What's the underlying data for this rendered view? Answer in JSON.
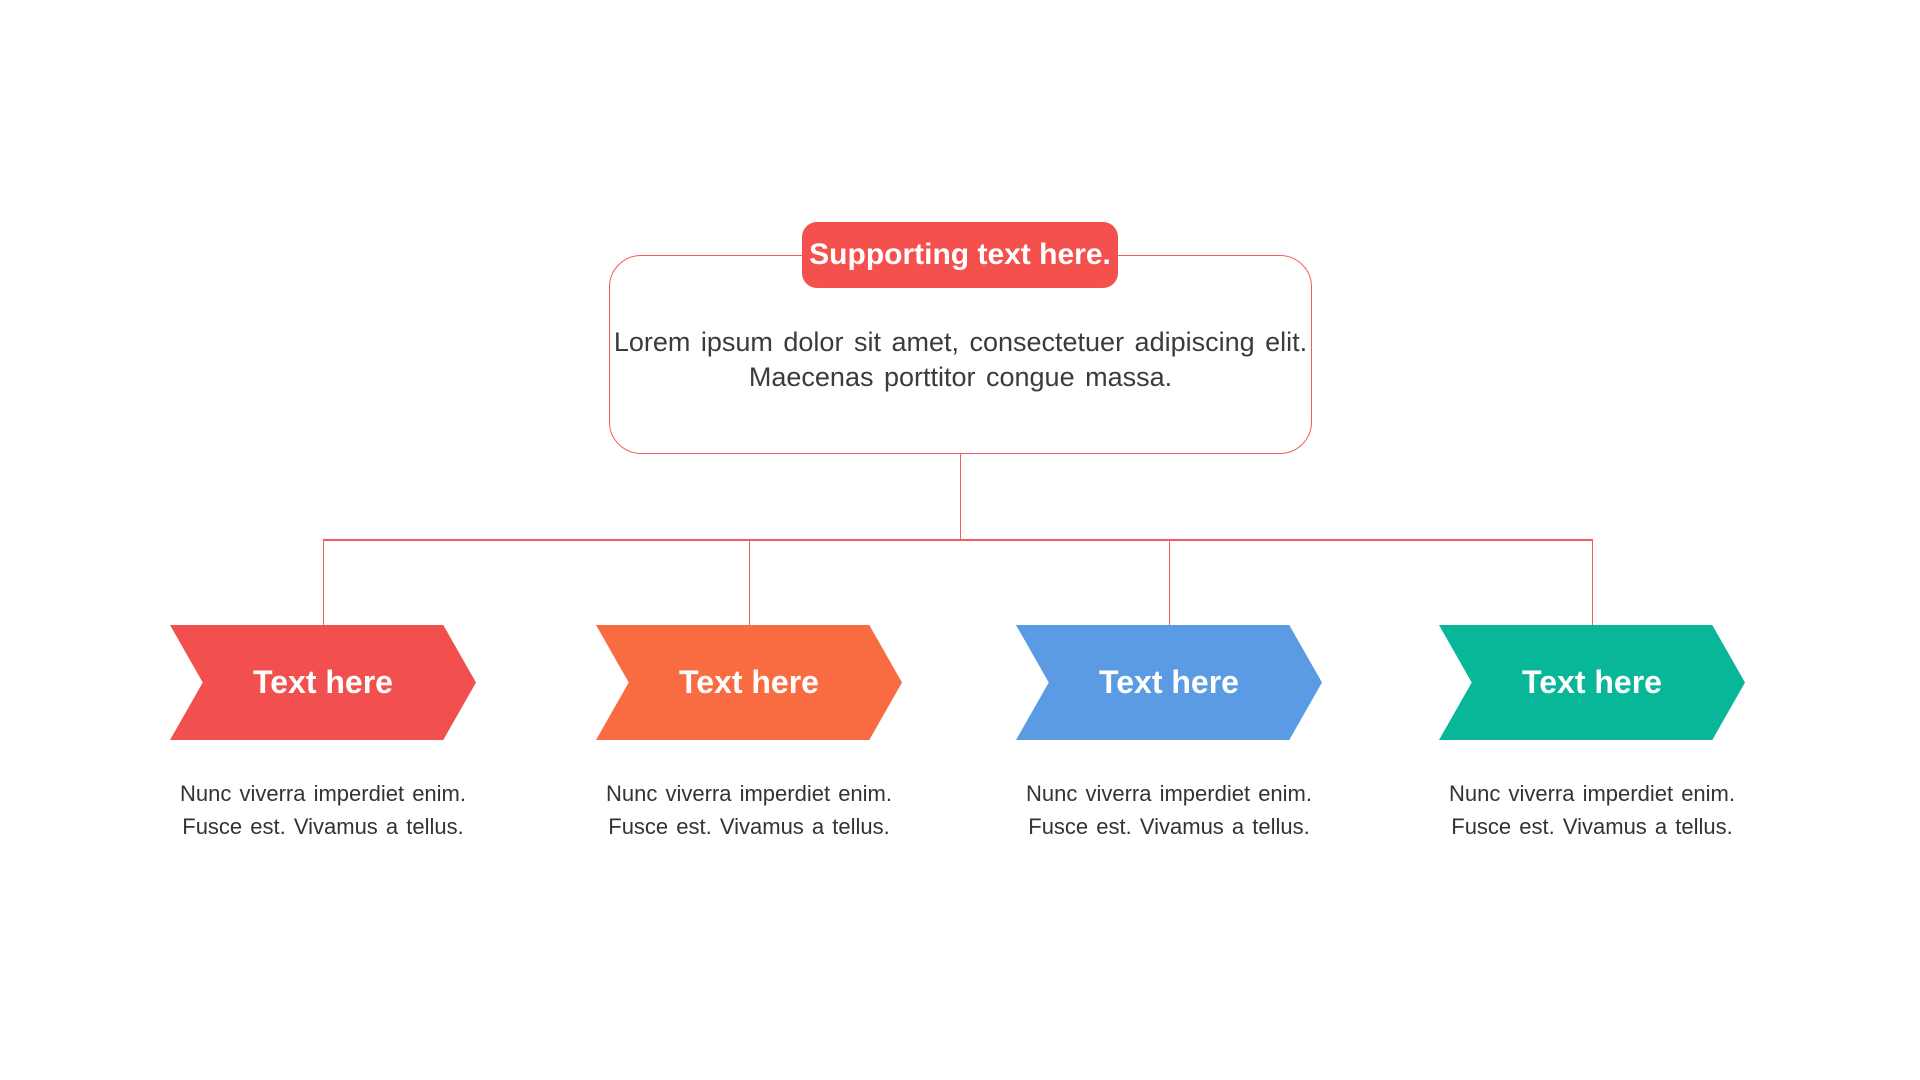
{
  "canvas_bg": "#ffffff",
  "connector_color": "#f15d5e",
  "root_node": {
    "badge_label": "Supporting text here.",
    "badge_color": "#f4504e",
    "border_color": "#f15d5e",
    "body_line1": "Lorem ipsum dolor sit amet, consectetuer adipiscing elit.",
    "body_line2": "Maecenas porttitor congue massa."
  },
  "branches": [
    {
      "label": "Text here",
      "color": "#f2504e",
      "desc_line1": "Nunc viverra imperdiet enim.",
      "desc_line2": "Fusce est. Vivamus a tellus."
    },
    {
      "label": "Text here",
      "color": "#f96c42",
      "desc_line1": "Nunc viverra imperdiet enim.",
      "desc_line2": "Fusce est. Vivamus a tellus."
    },
    {
      "label": "Text here",
      "color": "#5b9be4",
      "desc_line1": "Nunc viverra imperdiet enim.",
      "desc_line2": "Fusce est. Vivamus a tellus."
    },
    {
      "label": "Text here",
      "color": "#07b797",
      "desc_line1": "Nunc viverra imperdiet enim.",
      "desc_line2": "Fusce est. Vivamus a tellus."
    }
  ]
}
